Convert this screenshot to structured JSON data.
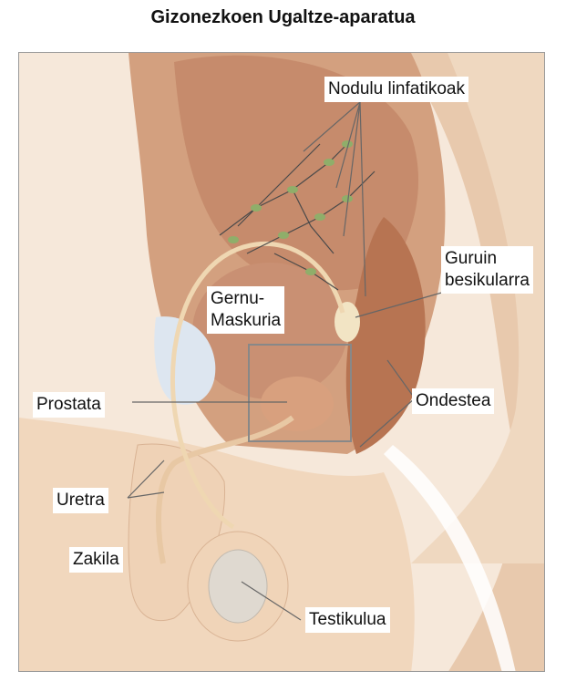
{
  "title": "Gizonezkoen Ugaltze-aparatua",
  "labels": {
    "nodulu": "Nodulu linfatikoak",
    "guruin_1": "Guruin",
    "guruin_2": "besikularra",
    "gernu_1": "Gernu-",
    "gernu_2": "Maskuria",
    "prostata": "Prostata",
    "ondestea": "Ondestea",
    "uretra": "Uretra",
    "zakila": "Zakila",
    "testikulua": "Testikulua"
  },
  "colors": {
    "skin": "#f3dcc4",
    "skin_dark": "#e4bfa0",
    "muscle": "#c98a6a",
    "organ": "#b77a5c",
    "bladder": "#c99073",
    "fat": "#f1dfb8",
    "node": "#8fae6a",
    "vessel": "#4a4a4a",
    "bone": "#f6ecd6",
    "blue": "#d8e1ee"
  }
}
